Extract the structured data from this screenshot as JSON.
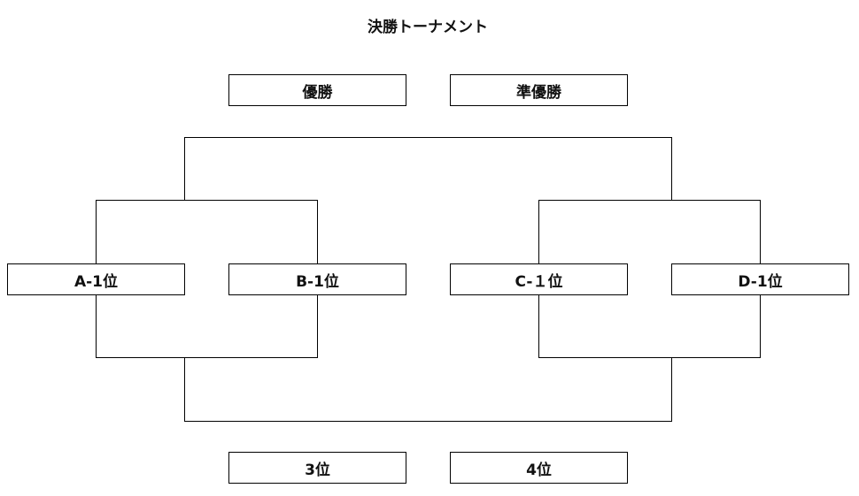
{
  "title": "決勝トーナメント",
  "results": {
    "winner": "優勝",
    "runner_up": "準優勝",
    "third": "3位",
    "fourth": "4位"
  },
  "teams": [
    "A-1位",
    "B-1位",
    "C-１位",
    "D-1位"
  ],
  "colors": {
    "background": "#ffffff",
    "line": "#000000",
    "text": "#111111"
  }
}
